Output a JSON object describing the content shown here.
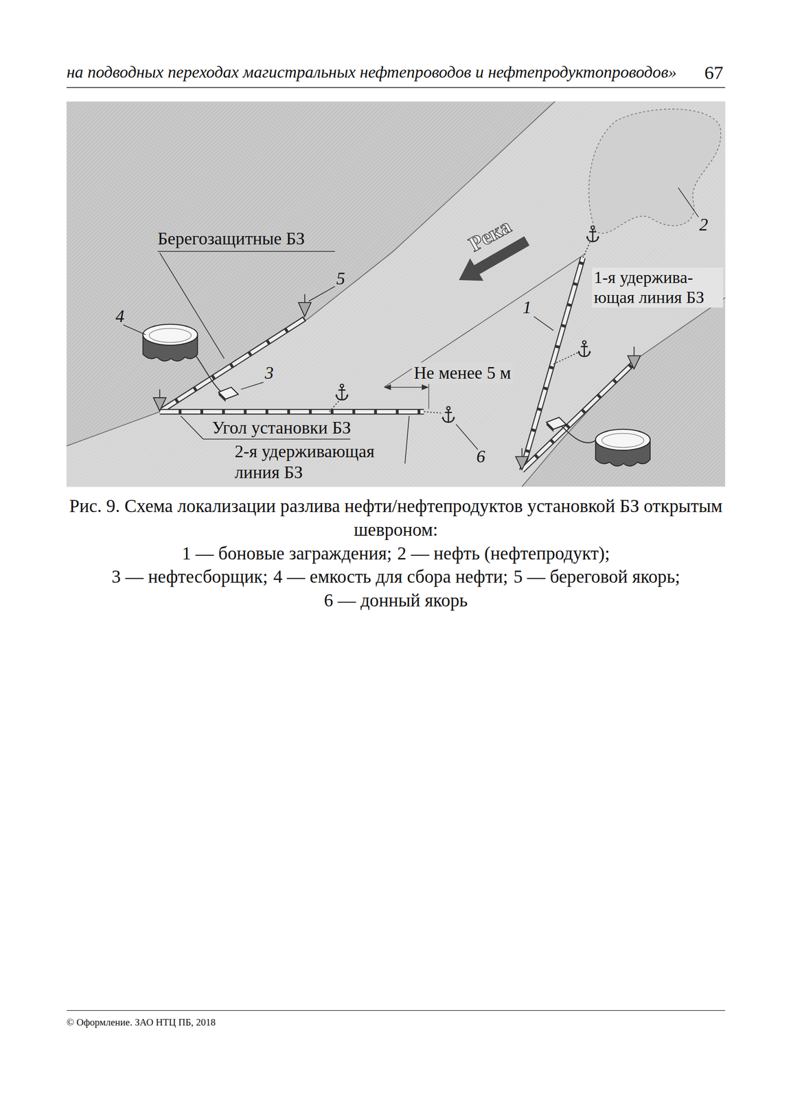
{
  "diagram": {
    "caption": "Рис. 9. Схема локализации разлива нефти/нефтепродуктов установкой БЗ открытым шевроном:",
    "labels": [
      "на подводных переходах магистральных нефтепроводов и нефтепродуктопроводов»",
      "67",
      "Река",
      "Берегозащитные БЗ",
      "5",
      "4",
      "3",
      "Не менее 5 м",
      "Угол установки БЗ",
      "2-я удерживающая линия БЗ",
      "6",
      "2",
      "1",
      "1-я удержива- ющая линия БЗ",
      "1 — боновые заграждения;",
      "2 — нефть (нефтепродукт);",
      "3 — нефтесборщик;",
      "4 — емкость для сбора нефти;",
      "5 — береговой якорь;",
      "6 — донный якорь",
      "© Оформление. ЗАО НТЦ ПБ, 2018"
    ]
  }
}
